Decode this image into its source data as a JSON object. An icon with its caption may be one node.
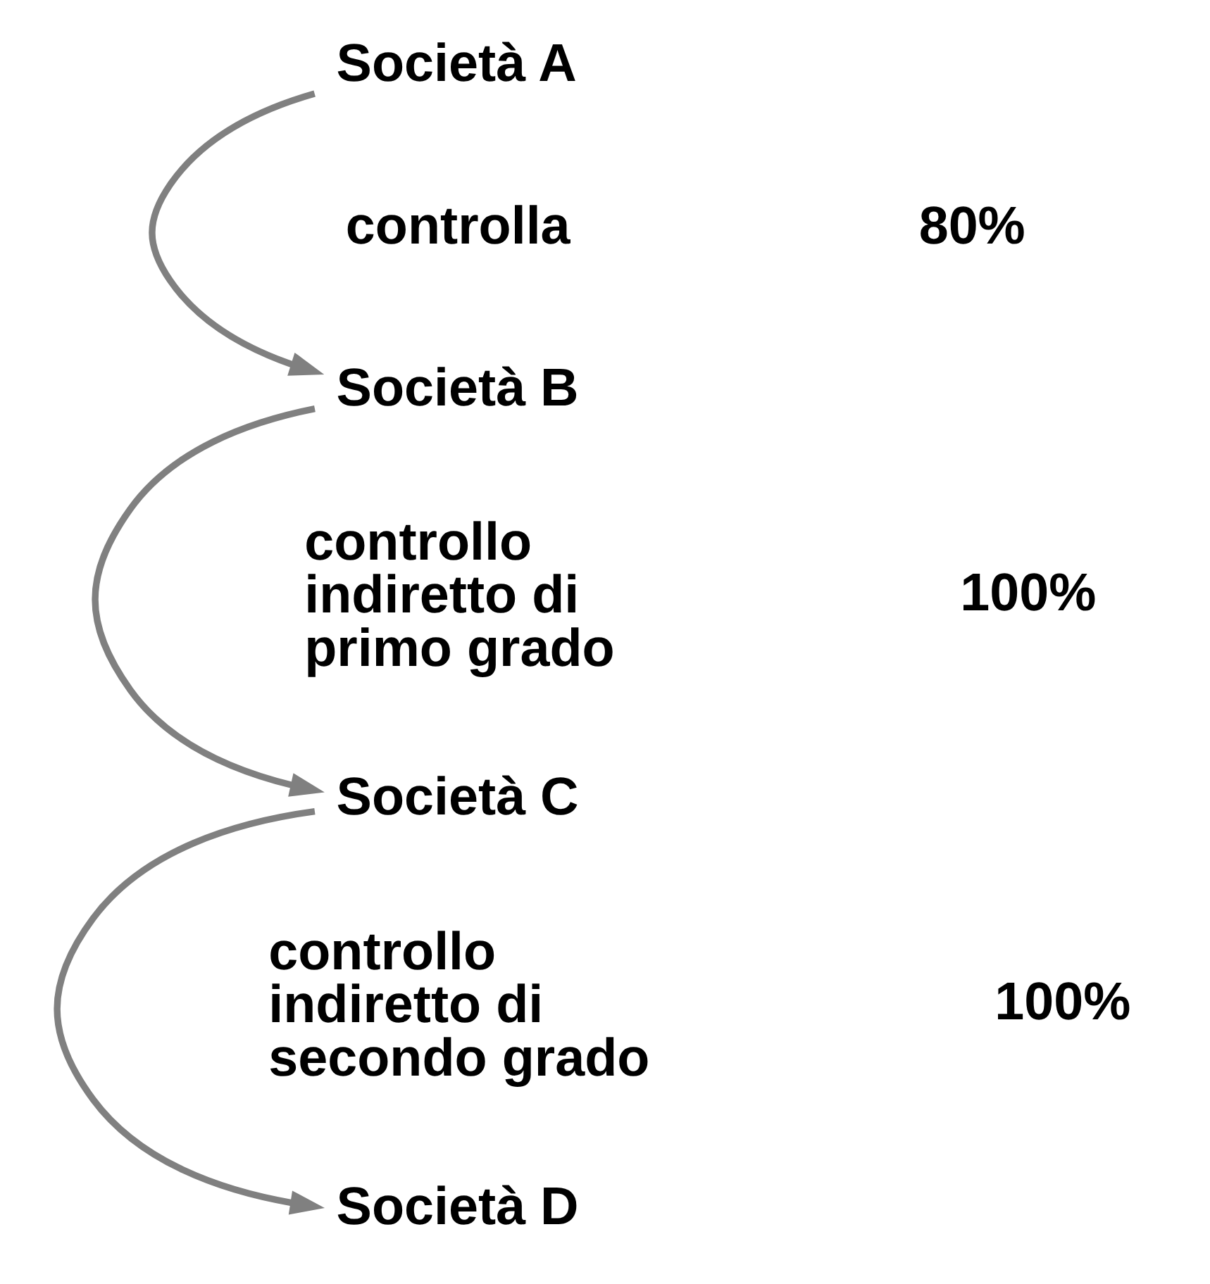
{
  "diagram": {
    "nodes": [
      {
        "text": [
          "Società A"
        ]
      },
      {
        "text": [
          "Società B"
        ]
      },
      {
        "text": [
          "Società C"
        ]
      },
      {
        "text": [
          "Società D"
        ]
      }
    ],
    "edges": [
      {
        "from": 0,
        "to": 1,
        "arrow": "to"
      },
      {
        "from": 1,
        "to": 2,
        "arrow": "to"
      },
      {
        "from": 2,
        "to": 3,
        "arrow": "to"
      }
    ],
    "labels": [
      "controlla",
      "80%",
      "controllo indiretto di primo grado",
      "100%",
      "controllo indiretto di secondo grado",
      "100%"
    ]
  }
}
